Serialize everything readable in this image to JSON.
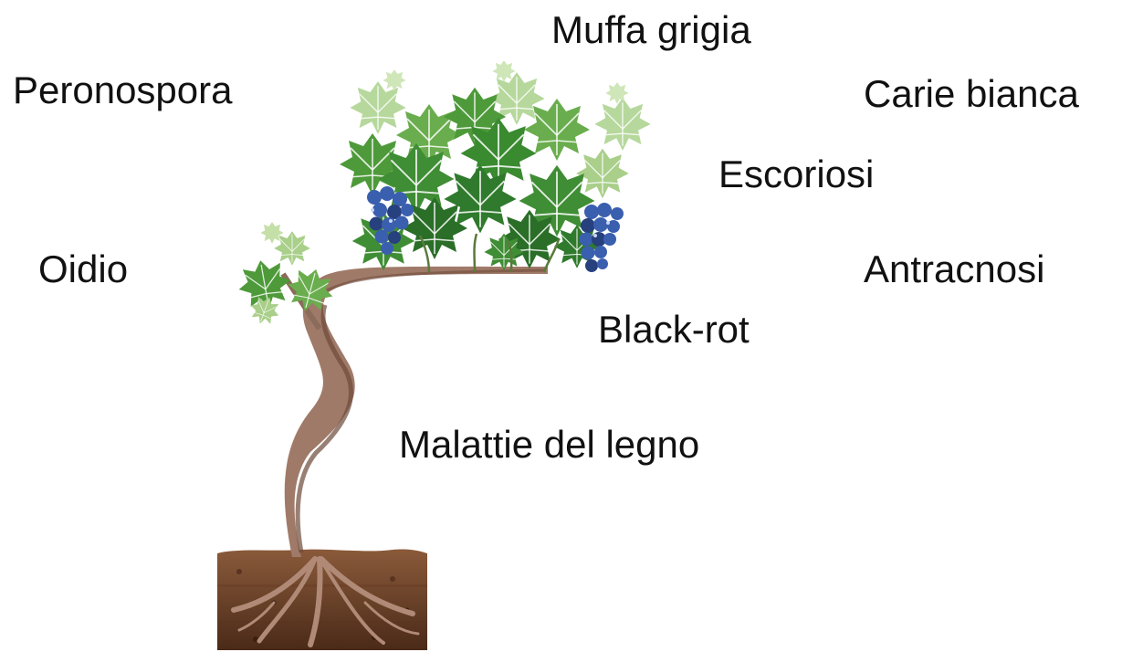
{
  "diagram": {
    "labels": {
      "muffa_grigia": "Muffa grigia",
      "peronospora": "Peronospora",
      "carie_bianca": "Carie bianca",
      "escoriosi": "Escoriosi",
      "oidio": "Oidio",
      "antracnosi": "Antracnosi",
      "black_rot": "Black-rot",
      "malattie_legno": "Malattie del legno"
    },
    "colors": {
      "trunk": "#a07a68",
      "trunk_shadow": "#6e4a3a",
      "soil_top": "#8a5a3a",
      "soil_bottom": "#4a2a18",
      "leaf_dark": "#2f7a2c",
      "leaf_mid": "#4e9a3a",
      "leaf_light": "#a9cf8a",
      "grape": "#3a5fae",
      "grape_dark": "#27407e"
    }
  }
}
